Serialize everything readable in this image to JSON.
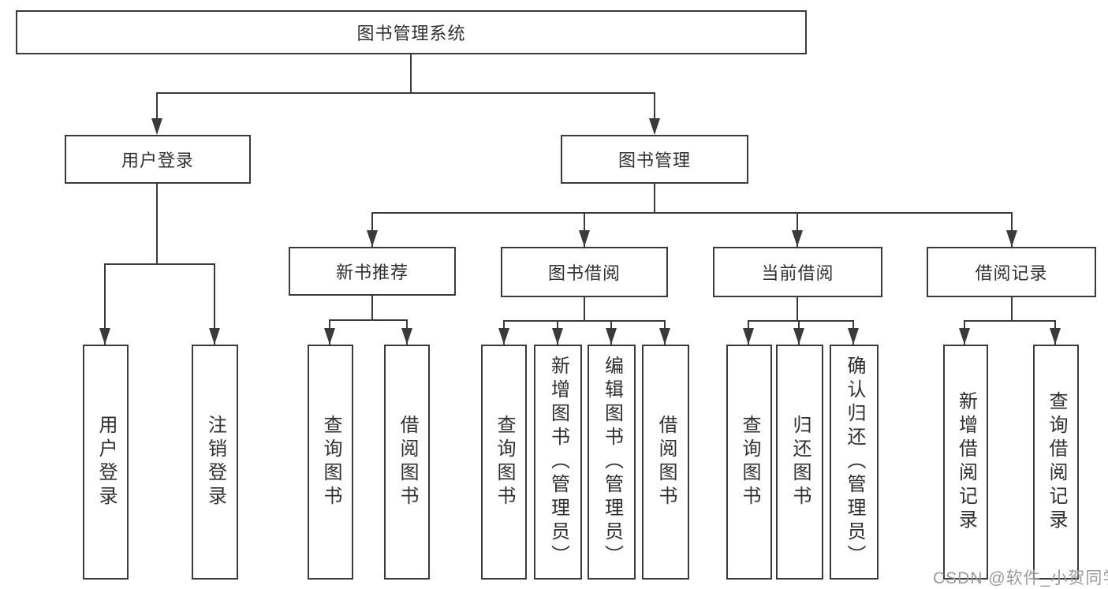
{
  "diagram": {
    "title": "图书管理系统",
    "nodes": {
      "root": "图书管理系统",
      "l2": [
        "用户登录",
        "图书管理"
      ],
      "l3": [
        "新书推荐",
        "图书借阅",
        "当前借阅",
        "借阅记录"
      ],
      "leaves": [
        "用户登录",
        "注销登录",
        "查询图书",
        "借阅图书",
        "查询图书",
        "新增图书（管理员）",
        "编辑图书（管理员）",
        "借阅图书",
        "查询图书",
        "归还图书",
        "确认归还（管理员）",
        "新增借阅记录",
        "查询借阅记录"
      ]
    },
    "colors": {
      "line": "#3a3a3a",
      "text": "#2f2f2f",
      "background": "#ffffff",
      "watermark": "#9a9a9a"
    }
  },
  "watermark": {
    "text": "CSDN @软件_小贺同学"
  }
}
